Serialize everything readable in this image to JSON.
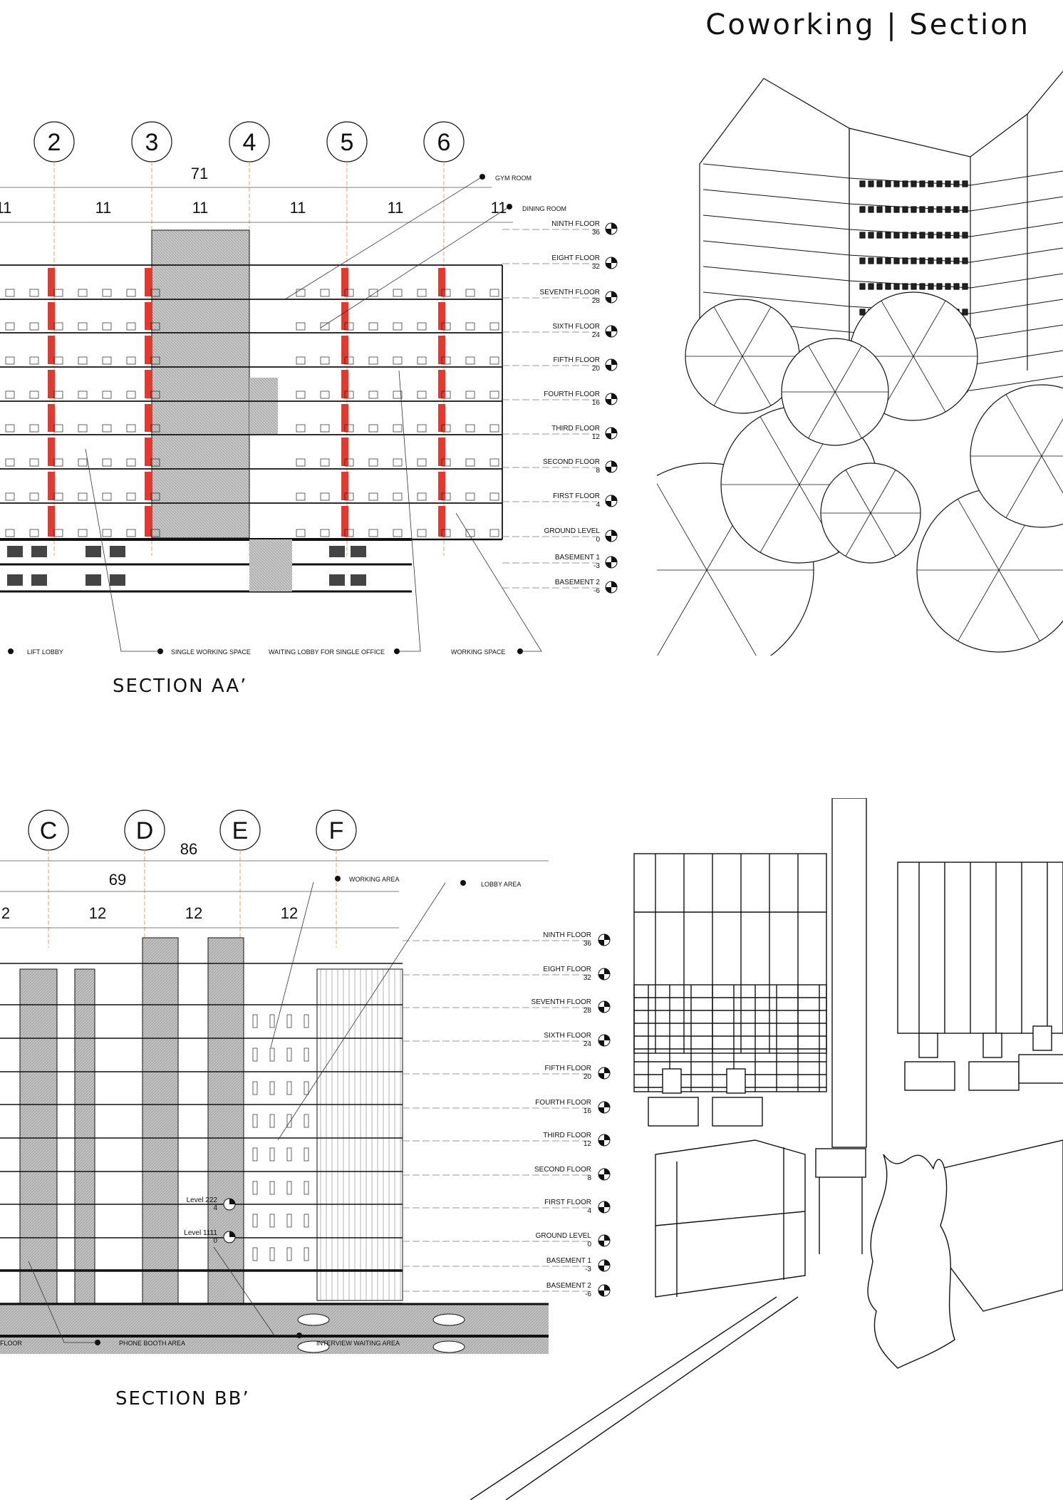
{
  "page_title": "Coworking | Section",
  "section_aa": {
    "caption": "SECTION AA’",
    "grid_labels": [
      "2",
      "3",
      "4",
      "5",
      "6"
    ],
    "overall_dim": "71",
    "bay_dims": [
      "11",
      "11",
      "11",
      "11",
      "11",
      "11"
    ],
    "levels": [
      {
        "name": "NINTH FLOOR",
        "value": "36"
      },
      {
        "name": "EIGHT FLOOR",
        "value": "32"
      },
      {
        "name": "SEVENTH FLOOR",
        "value": "28"
      },
      {
        "name": "SIXTH FLOOR",
        "value": "24"
      },
      {
        "name": "FIFTH FLOOR",
        "value": "20"
      },
      {
        "name": "FOURTH FLOOR",
        "value": "16"
      },
      {
        "name": "THIRD FLOOR",
        "value": "12"
      },
      {
        "name": "SECOND FLOOR",
        "value": "8"
      },
      {
        "name": "FIRST FLOOR",
        "value": "4"
      },
      {
        "name": "GROUND LEVEL",
        "value": "0"
      },
      {
        "name": "BASEMENT 1",
        "value": "-3"
      },
      {
        "name": "BASEMENT 2",
        "value": "-6"
      }
    ],
    "top_tags": [
      "GYM ROOM",
      "DINING ROOM"
    ],
    "bottom_tags": [
      "LIFT LOBBY",
      "SINGLE WORKING SPACE",
      "WAITING LOBBY FOR SINGLE OFFICE",
      "WORKING SPACE"
    ]
  },
  "section_bb": {
    "caption": "SECTION BB’",
    "grid_labels": [
      "C",
      "D",
      "E",
      "F"
    ],
    "overall_dim": "86",
    "sub_dim": "69",
    "bay_dims": [
      "2",
      "12",
      "12",
      "12"
    ],
    "levels": [
      {
        "name": "NINTH FLOOR",
        "value": "36"
      },
      {
        "name": "EIGHT FLOOR",
        "value": "32"
      },
      {
        "name": "SEVENTH FLOOR",
        "value": "28"
      },
      {
        "name": "SIXTH FLOOR",
        "value": "24"
      },
      {
        "name": "FIFTH FLOOR",
        "value": "20"
      },
      {
        "name": "FOURTH FLOOR",
        "value": "16"
      },
      {
        "name": "THIRD FLOOR",
        "value": "12"
      },
      {
        "name": "SECOND FLOOR",
        "value": "8"
      },
      {
        "name": "FIRST FLOOR",
        "value": "4"
      },
      {
        "name": "GROUND LEVEL",
        "value": "0"
      },
      {
        "name": "BASEMENT 1",
        "value": "-3"
      },
      {
        "name": "BASEMENT 2",
        "value": "-6"
      }
    ],
    "inner_levels": [
      {
        "name": "Level 222",
        "value": "4"
      },
      {
        "name": "Level 1111",
        "value": "0"
      }
    ],
    "top_tags": [
      "WORKING AREA",
      "LOBBY AREA"
    ],
    "bottom_tags": [
      "FLOOR",
      "PHONE BOOTH AREA",
      "INTERVIEW WAITING AREA"
    ]
  },
  "colors": {
    "core_red": "#e8372c",
    "hatch_gray": "#b8b8b8",
    "line": "#111111",
    "grid_orange": "#e8a060"
  }
}
